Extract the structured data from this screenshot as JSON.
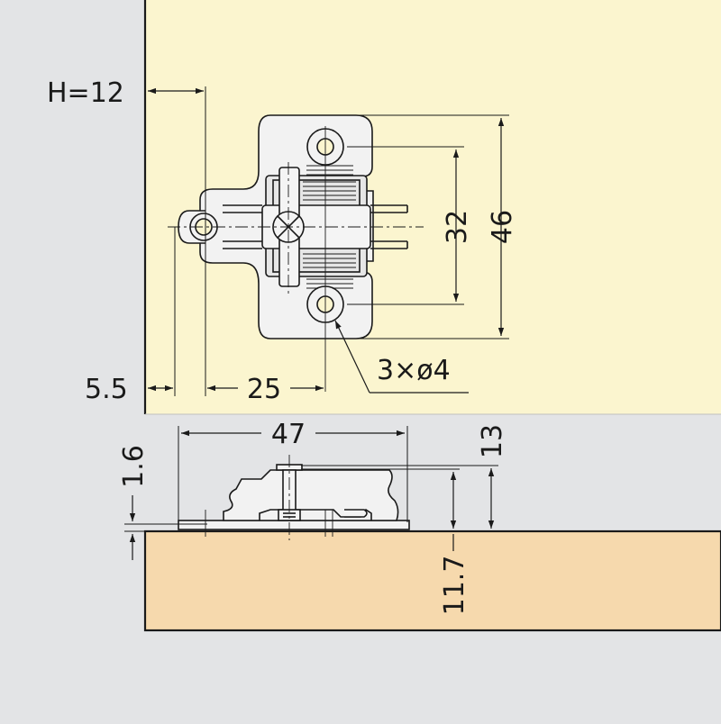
{
  "colors": {
    "background": "#e3e4e6",
    "panel": "#fbf5cf",
    "wood": "#f6d9ad",
    "line": "#1a1a1a",
    "part_fill": "#f2f2f2"
  },
  "dimensions": {
    "top_view": {
      "height_label": "H=12",
      "edge_offset": "5.5",
      "horizontal": "25",
      "vertical_inner": "32",
      "vertical_outer": "46",
      "holes": "3×ø4"
    },
    "side_view": {
      "width": "47",
      "thickness": "1.6",
      "total_height": "13",
      "base_height": "11.7"
    }
  }
}
